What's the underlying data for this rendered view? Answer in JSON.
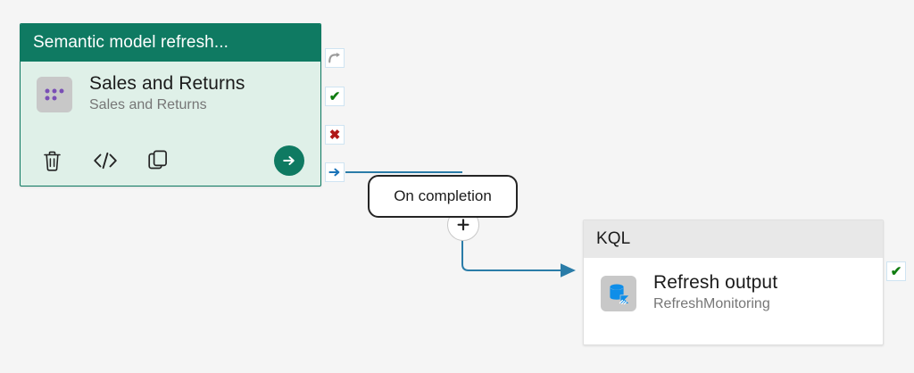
{
  "canvas": {
    "background_color": "#f5f5f5",
    "name": "pipeline-canvas"
  },
  "activities": [
    {
      "id": "semantic-model-refresh",
      "header_title": "Semantic model refresh...",
      "header_color": "#0f7a62",
      "body_color": "#dff0e8",
      "name": "Sales and Returns",
      "subtitle": "Sales and Returns",
      "icon": "semantic-model-dots-icon",
      "icon_color": "#7a4fb5",
      "actions": [
        {
          "label": "Delete",
          "icon": "trash-icon"
        },
        {
          "label": "View code",
          "icon": "code-icon"
        },
        {
          "label": "Duplicate",
          "icon": "copy-icon"
        }
      ],
      "run_button": {
        "label": "Run",
        "icon": "arrow-right-circle-icon",
        "color": "#0f7a62"
      },
      "output_anchors": [
        {
          "id": "skip",
          "label": "On skip",
          "icon": "skip-arrow-icon",
          "color": "#767676"
        },
        {
          "id": "success",
          "label": "On success",
          "icon": "check-icon",
          "color": "#107c10",
          "glyph": "✔"
        },
        {
          "id": "fail",
          "label": "On fail",
          "icon": "x-icon",
          "color": "#b01818",
          "glyph": "✖"
        },
        {
          "id": "completion",
          "label": "On completion",
          "icon": "arrow-right-icon",
          "color": "#1a73b8"
        }
      ]
    },
    {
      "id": "kql-refresh-output",
      "header_title": "KQL",
      "header_color": "#e8e8e8",
      "body_color": "#ffffff",
      "name": "Refresh output",
      "subtitle": "RefreshMonitoring",
      "icon": "kql-database-click-icon",
      "icon_color": "#0f8ee9",
      "output_anchors": [
        {
          "id": "success",
          "label": "On success",
          "icon": "check-icon",
          "color": "#107c10",
          "glyph": "✔"
        }
      ]
    }
  ],
  "edge": {
    "label": "On completion",
    "line_color": "#2a7ca8",
    "add_node_button": {
      "label": "Add activity",
      "icon": "plus-icon",
      "glyph": "+"
    }
  }
}
